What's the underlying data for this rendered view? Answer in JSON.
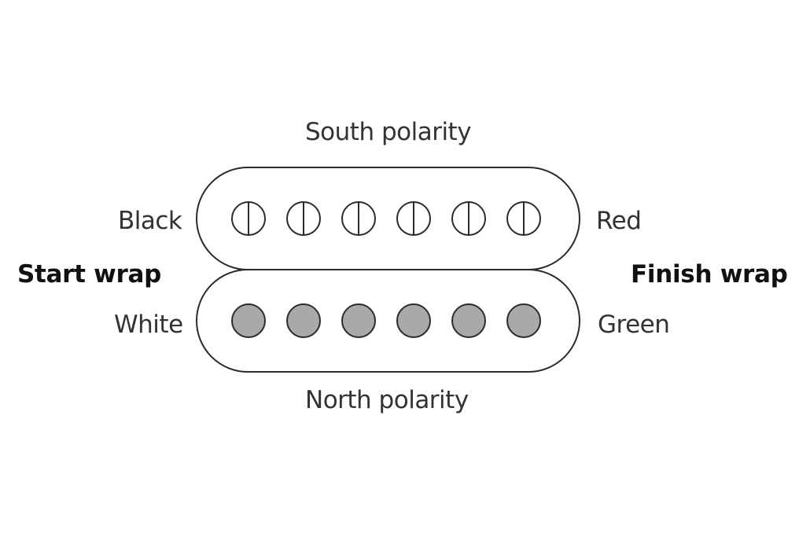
{
  "labels": {
    "south_polarity": "South polarity",
    "north_polarity": "North polarity",
    "top_left_wire": "Black",
    "top_right_wire": "Red",
    "bottom_left_wire": "White",
    "bottom_right_wire": "Green",
    "start": "Start wrap",
    "finish": "Finish wrap"
  },
  "coils": {
    "south": {
      "pole_count": 6,
      "pole_style": "slotted"
    },
    "north": {
      "pole_count": 6,
      "pole_style": "filled"
    }
  },
  "colors": {
    "outline": "#2b2b2b",
    "pole_fill_north": "#a9a9a9",
    "pole_fill_south": "#ffffff",
    "text": "#333333"
  }
}
